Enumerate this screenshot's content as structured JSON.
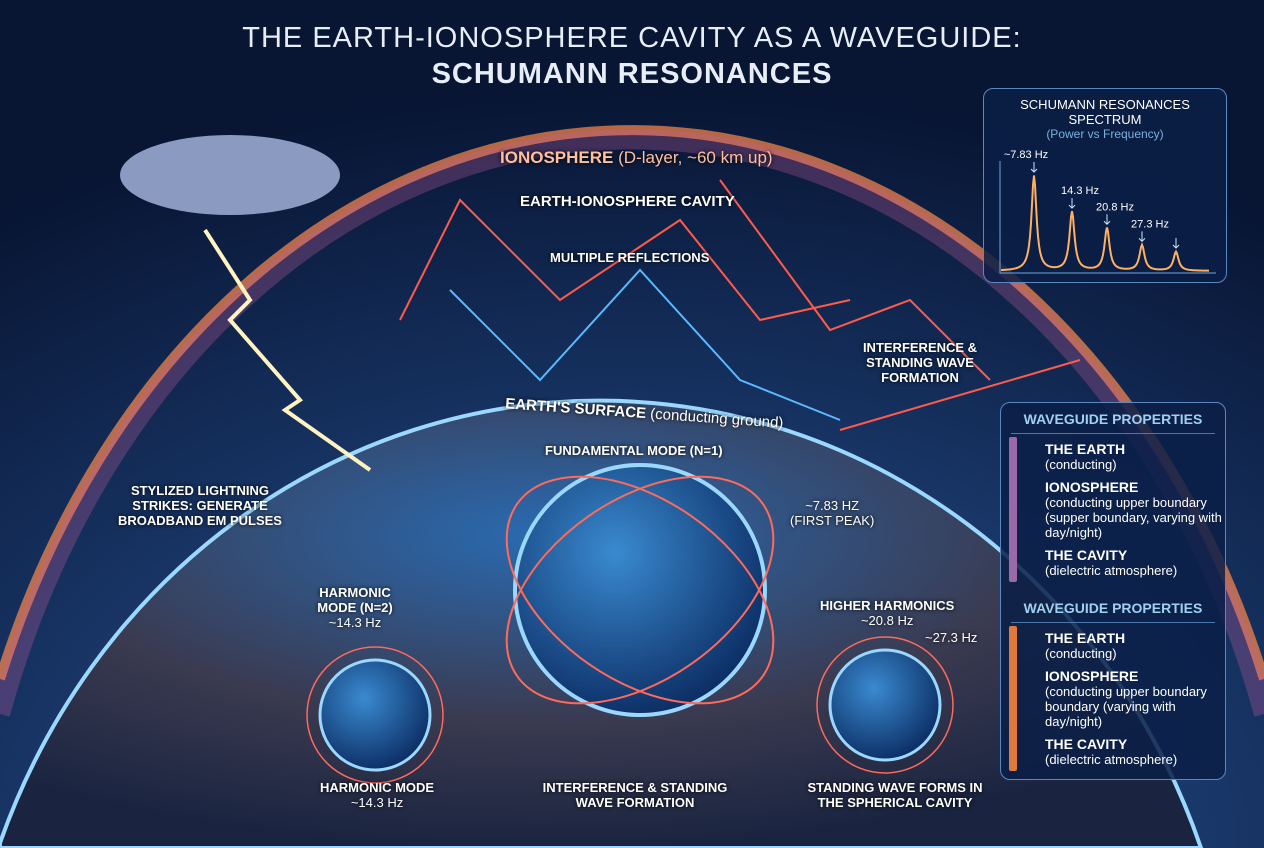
{
  "title": {
    "line1": "THE EARTH-IONOSPHERE CAVITY AS A WAVEGUIDE:",
    "line2": "SCHUMANN RESONANCES"
  },
  "labels": {
    "ionosphere": "IONOSPHERE",
    "ionosphere_sub": "(D-layer, ~60 km up)",
    "cavity": "EARTH-IONOSPHERE CAVITY",
    "reflections": "MULTIPLE REFLECTIONS",
    "interference_top": "INTERFERENCE & STANDING WAVE FORMATION",
    "surface": "EARTH'S SURFACE",
    "surface_sub": "(conducting ground)",
    "lightning": "STYLIZED LIGHTNING STRIKES: GENERATE BROADBAND EM PULSES",
    "fundamental": "FUNDAMENTAL MODE (n=1)",
    "first_peak": "~7.83 Hz",
    "first_peak_sub": "(FIRST PEAK)",
    "harmonic2": "HARMONIC MODE (n=2)",
    "harmonic2_freq": "~14.3 Hz",
    "higher": "HIGHER HARMONICS",
    "higher_freq1": "~20.8 Hz",
    "higher_freq2": "~27.3 Hz",
    "harmonic_bottom": "HARMONIC MODE",
    "harmonic_bottom_freq": "~14.3 Hz",
    "interference_bottom": "INTERFERENCE & STANDING WAVE FORMATION",
    "standing": "STANDING WAVE FORMS IN THE SPHERICAL CAVITY"
  },
  "spectrum": {
    "title": "SCHUMANN RESONANCES SPECTRUM",
    "subtitle": "(Power vs Frequency)",
    "peaks": [
      {
        "label": "~7.83 Hz",
        "power": 1.0
      },
      {
        "label": "14.3 Hz",
        "power": 0.62
      },
      {
        "label": "20.8 Hz",
        "power": 0.45
      },
      {
        "label": "27.3 Hz",
        "power": 0.27
      },
      {
        "label": "",
        "power": 0.2
      }
    ]
  },
  "panels": [
    {
      "heading": "WAVEGUIDE PROPERTIES",
      "color": "#9a6aa8",
      "items": [
        {
          "name": "THE EARTH",
          "desc": "(conducting)"
        },
        {
          "name": "IONOSPHERE",
          "desc": "(conducting upper boundary (supper boundary, varying with day/night)"
        },
        {
          "name": "THE CAVITY",
          "desc": "(dielectric atmosphere)"
        }
      ]
    },
    {
      "heading": "WAVEGUIDE PROPERTIES",
      "color": "#e07a3a",
      "items": [
        {
          "name": "THE EARTH",
          "desc": "(conducting)"
        },
        {
          "name": "IONOSPHERE",
          "desc": "(conducting upper boundary boundary (varying with day/night)"
        },
        {
          "name": "THE CAVITY",
          "desc": "(dielectric atmosphere)"
        }
      ]
    }
  ],
  "colors": {
    "background": "#0a1a3a",
    "ionosphere": "#ff8a4a",
    "wave_red": "#ff5a4a",
    "wave_blue": "#5ab8ff",
    "earth": "#1a4a8a"
  }
}
